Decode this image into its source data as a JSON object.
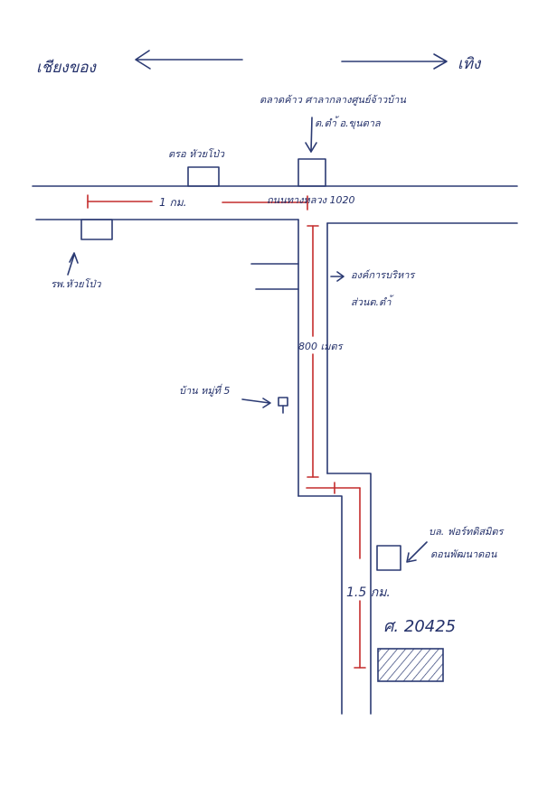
{
  "map": {
    "west_label": "เชียงของ",
    "east_label": "เทิง",
    "municipal_office": "ตลาดค้าว ศาลากลางศูนย์จ้าวบ้าน",
    "municipal_office_line2": "ต.ตำ้ อ.ขุนตาล",
    "police_box": "ตรอ หัวยโป่ว",
    "road_label": "ถนนทางหลวง 1020",
    "distance_1km": "1 กม.",
    "school": "รพ.หัวยโป่ว",
    "org_label": "องค์การบริหาร",
    "org_label_line2": "ส่วนต.ตำ้",
    "distance_800m": "800 เมตร",
    "village_label": "บ้าน หมู่ที่ 5",
    "temple_label": "บล. ฟอร์ทดิสมิตร",
    "temple_label_line2": "ดอนพัฒนาดอน",
    "distance_1_5km": "1.5 กม.",
    "parcel_label": "ศ. 20425"
  },
  "colors": {
    "ink": "#2b3a73",
    "red": "#c42b2b"
  }
}
